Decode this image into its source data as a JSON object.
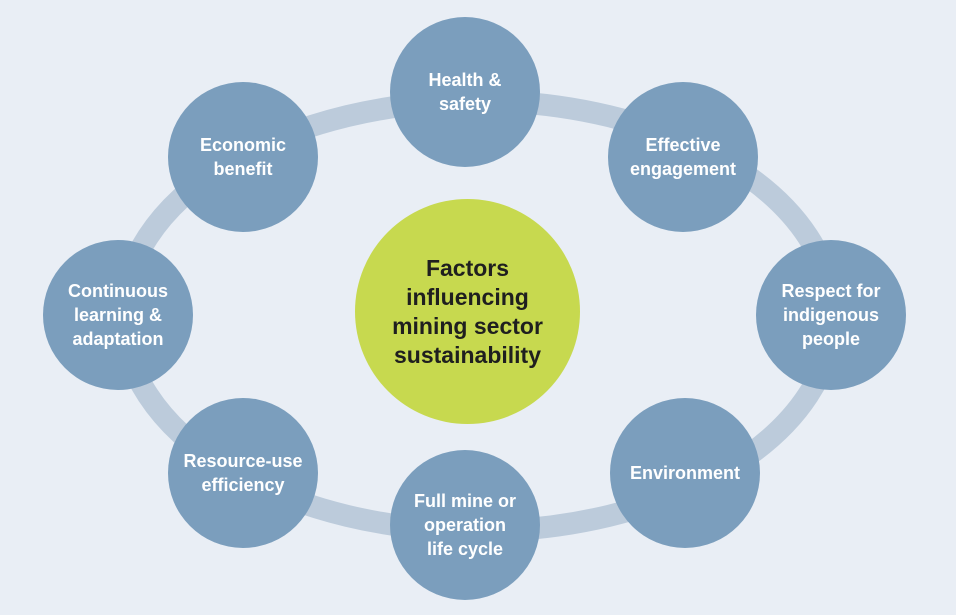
{
  "center": {
    "lines": [
      "Factors",
      "influencing",
      "mining sector",
      "sustainability"
    ]
  },
  "factors": [
    {
      "id": "health-safety",
      "lines": [
        "Health &",
        "safety"
      ]
    },
    {
      "id": "effective-engagement",
      "lines": [
        "Effective",
        "engagement"
      ]
    },
    {
      "id": "respect-indigenous",
      "lines": [
        "Respect for",
        "indigenous",
        "people"
      ]
    },
    {
      "id": "environment",
      "lines": [
        "Environment"
      ]
    },
    {
      "id": "full-mine-life-cycle",
      "lines": [
        "Full mine or",
        "operation",
        "life cycle"
      ]
    },
    {
      "id": "resource-use-efficiency",
      "lines": [
        "Resource-use",
        "efficiency"
      ]
    },
    {
      "id": "continuous-learning",
      "lines": [
        "Continuous",
        "learning &",
        "adaptation"
      ]
    },
    {
      "id": "economic-benefit",
      "lines": [
        "Economic",
        "benefit"
      ]
    }
  ],
  "colors": {
    "factor_fill": "#7b9ebd",
    "center_fill": "#c7d94f",
    "ring": "#bccbdb",
    "background": "#e9eef5"
  }
}
